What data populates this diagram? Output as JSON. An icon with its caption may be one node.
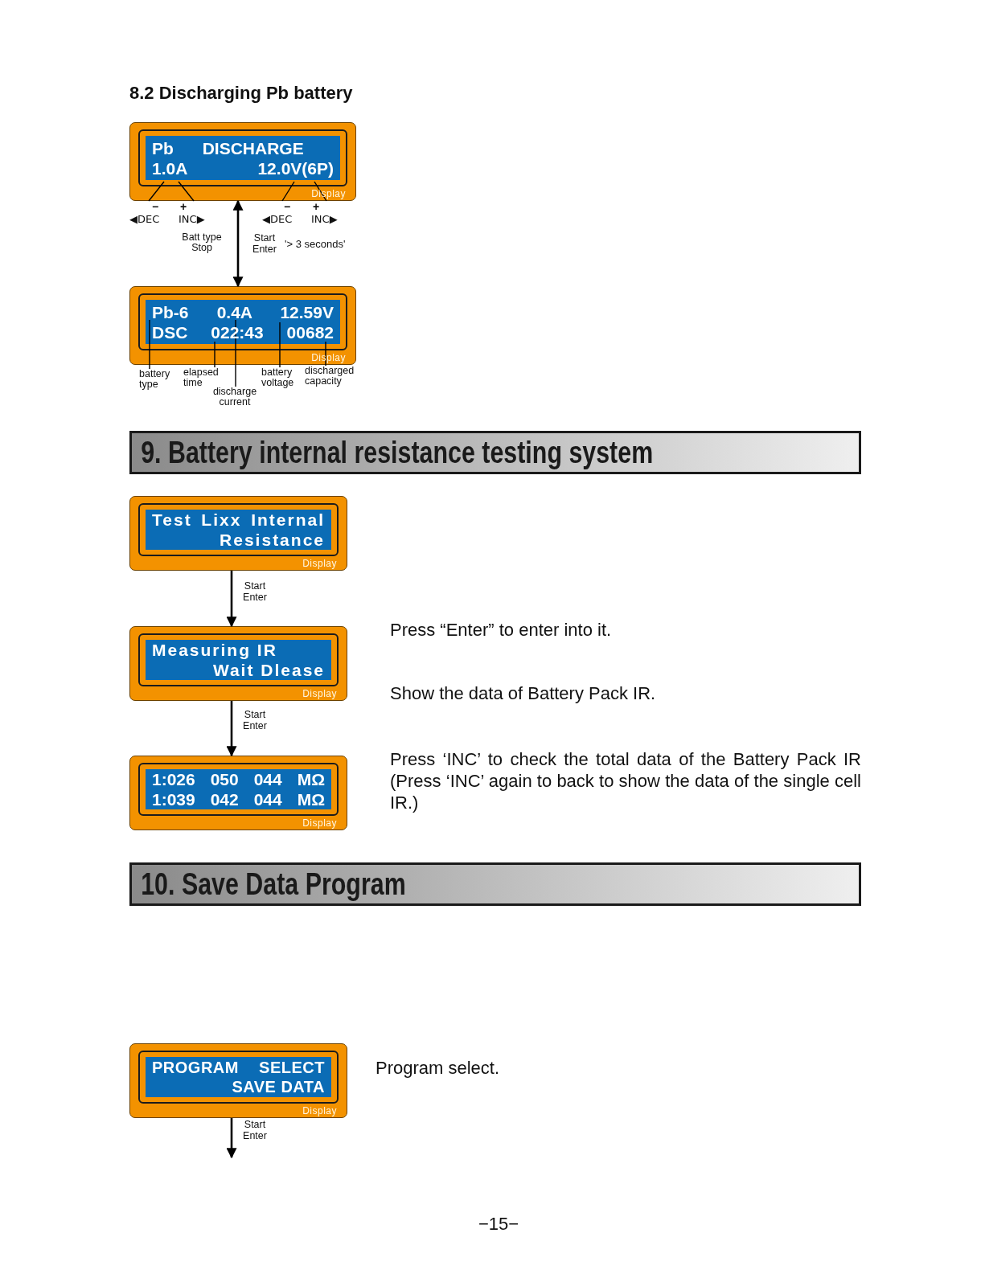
{
  "diagram": {
    "nodes": [
      {
        "text": [
          "Pb DISCHARGE",
          "1.0A 12.0V(6P)",
          "Display"
        ]
      },
      {
        "text": [
          "◀DEC"
        ],
        "beside": [
          "−"
        ]
      },
      {
        "text": [
          "INC▶"
        ],
        "beside": [
          "+"
        ]
      },
      {
        "text": [
          "◀DEC"
        ],
        "beside": [
          "−"
        ]
      },
      {
        "text": [
          "INC▶"
        ],
        "beside": [
          "+"
        ]
      },
      {
        "text": [
          "Pb-6 0.4A 12.59V",
          "DSC 022:43 00682",
          "Display"
        ]
      },
      {
        "text": [
          "battery type"
        ]
      },
      {
        "text": [
          "elapsed time"
        ]
      },
      {
        "text": [
          "discharge current"
        ]
      },
      {
        "text": [
          "battery voltage"
        ]
      },
      {
        "text": [
          "discharged capacity"
        ]
      },
      {
        "text": [
          "Test Lixx Internal Resistance",
          "Display"
        ]
      },
      {
        "text": [
          "Measuring IR Wait Dlease",
          "Display"
        ]
      },
      {
        "text": [
          "1:026 050 044 MΩ",
          "1:039 042 044 MΩ",
          "Display"
        ]
      },
      {
        "text": [
          "PROGRAM SELECT SAVE DATA",
          "Display"
        ]
      }
    ],
    "edges": [
      {
        "from": 1,
        "to": 0,
        "arrow": "none"
      },
      {
        "from": 2,
        "to": 0,
        "arrow": "none"
      },
      {
        "from": 3,
        "to": 0,
        "arrow": "none"
      },
      {
        "from": 4,
        "to": 0,
        "arrow": "none"
      },
      {
        "from": 0,
        "to": 5,
        "arrow": "both",
        "label": "Start Enter"
      },
      {
        "from": 6,
        "to": 5,
        "arrow": "none"
      },
      {
        "from": 7,
        "to": 5,
        "arrow": "none"
      },
      {
        "from": 8,
        "to": 5,
        "arrow": "none"
      },
      {
        "from": 9,
        "to": 5,
        "arrow": "none"
      },
      {
        "from": 10,
        "to": 5,
        "arrow": "none"
      },
      {
        "from": 11,
        "to": 12,
        "arrow": "to",
        "label": "Start Enter"
      },
      {
        "from": 12,
        "to": 13,
        "arrow": "to",
        "label": "Start Enter"
      },
      {
        "from": 14,
        "to": null,
        "arrow": "to",
        "label": "Start Enter"
      }
    ],
    "labels": [
      "8.2 Discharging Pb battery",
      "Batt type Stop",
      "'> 3 seconds'",
      "9. Battery internal resistance testing system",
      "Press “Enter” to enter into it.",
      "Show the data of Battery Pack IR.",
      "Press ‘INC’ to check the total data of the Battery Pack IR (Press ‘INC’ again to back to show the data of the single cell IR.)",
      "10. Save Data Program",
      "Program select.",
      "−15−"
    ]
  }
}
